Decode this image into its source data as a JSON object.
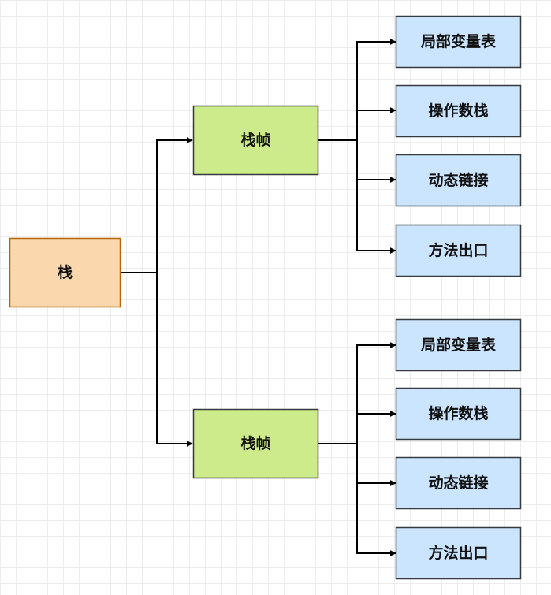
{
  "colors": {
    "stack_fill": "#fad7ac",
    "stack_stroke": "#b46504",
    "frame_fill": "#cdeb8b",
    "frame_stroke": "#36393d",
    "item_fill": "#cce5ff",
    "item_stroke": "#36393d",
    "edge": "#000000"
  },
  "root": {
    "label": "栈"
  },
  "frames": [
    {
      "label": "栈帧",
      "items": [
        "局部变量表",
        "操作数栈",
        "动态链接",
        "方法出口"
      ]
    },
    {
      "label": "栈帧",
      "items": [
        "局部变量表",
        "操作数栈",
        "动态链接",
        "方法出口"
      ]
    }
  ]
}
